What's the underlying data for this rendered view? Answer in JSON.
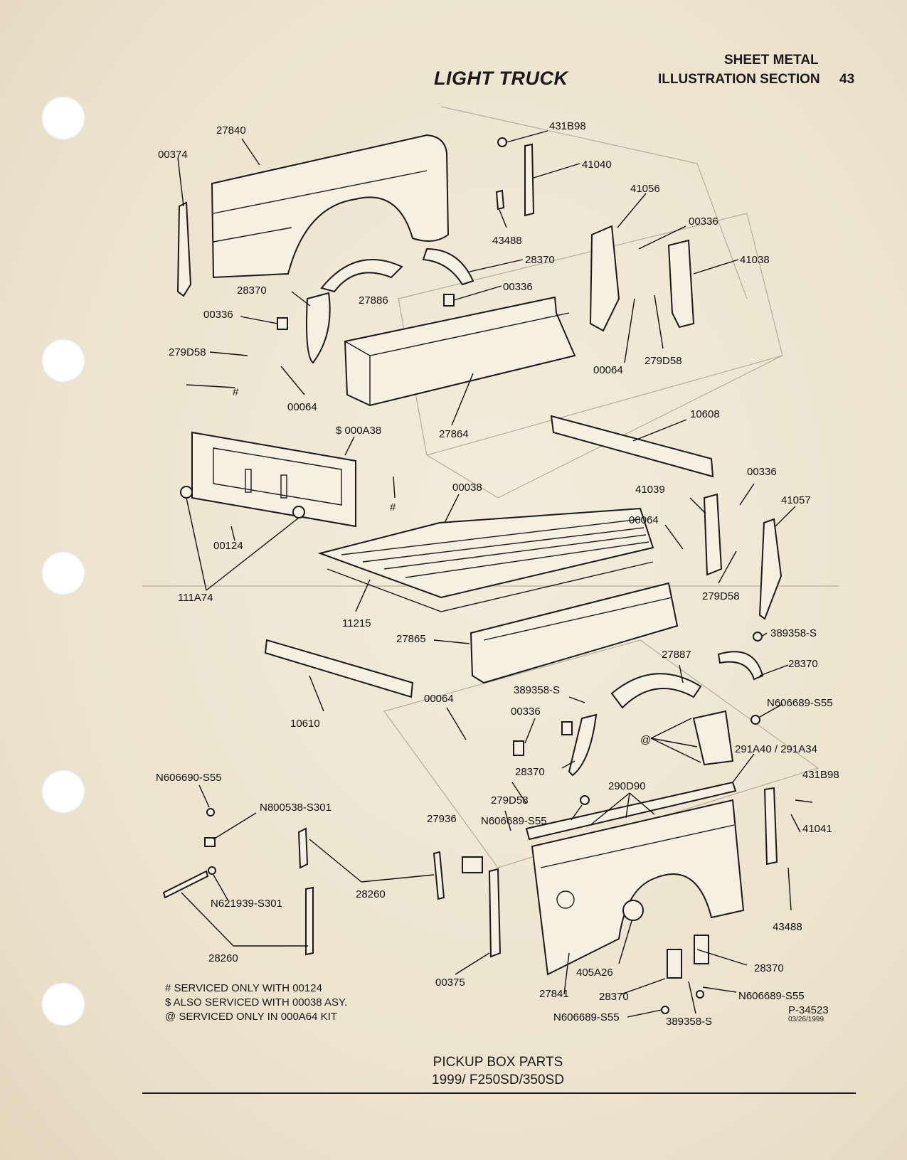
{
  "header": {
    "section_line1": "SHEET METAL",
    "section_line2": "ILLUSTRATION SECTION",
    "page_number": "43",
    "title": "LIGHT TRUCK"
  },
  "labels": [
    {
      "id": "l1",
      "text": "27840"
    },
    {
      "id": "l2",
      "text": "00374"
    },
    {
      "id": "l3",
      "text": "431B98"
    },
    {
      "id": "l4",
      "text": "41040"
    },
    {
      "id": "l5",
      "text": "41056"
    },
    {
      "id": "l6",
      "text": "00336"
    },
    {
      "id": "l7",
      "text": "41038"
    },
    {
      "id": "l8",
      "text": "43488"
    },
    {
      "id": "l9",
      "text": "28370"
    },
    {
      "id": "l10",
      "text": "28370"
    },
    {
      "id": "l11",
      "text": "27886"
    },
    {
      "id": "l12",
      "text": "00336"
    },
    {
      "id": "l13",
      "text": "00336"
    },
    {
      "id": "l14",
      "text": "279D58"
    },
    {
      "id": "l15",
      "text": "#"
    },
    {
      "id": "l16",
      "text": "00064"
    },
    {
      "id": "l17",
      "text": "00064"
    },
    {
      "id": "l18",
      "text": "279D58"
    },
    {
      "id": "l19",
      "text": "27864"
    },
    {
      "id": "l20",
      "text": "$ 000A38"
    },
    {
      "id": "l21",
      "text": "10608"
    },
    {
      "id": "l22",
      "text": "#"
    },
    {
      "id": "l23",
      "text": "00038"
    },
    {
      "id": "l24",
      "text": "00336"
    },
    {
      "id": "l25",
      "text": "41039"
    },
    {
      "id": "l26",
      "text": "41057"
    },
    {
      "id": "l27",
      "text": "00064"
    },
    {
      "id": "l28",
      "text": "00124"
    },
    {
      "id": "l29",
      "text": "111A74"
    },
    {
      "id": "l30",
      "text": "279D58"
    },
    {
      "id": "l31",
      "text": "11215"
    },
    {
      "id": "l32",
      "text": "389358-S"
    },
    {
      "id": "l33",
      "text": "27865"
    },
    {
      "id": "l34",
      "text": "27887"
    },
    {
      "id": "l35",
      "text": "28370"
    },
    {
      "id": "l36",
      "text": "389358-S"
    },
    {
      "id": "l37",
      "text": "00064"
    },
    {
      "id": "l38",
      "text": "N606689-S55"
    },
    {
      "id": "l39",
      "text": "00336"
    },
    {
      "id": "l40",
      "text": "10610"
    },
    {
      "id": "l41",
      "text": "@"
    },
    {
      "id": "l42",
      "text": "291A40 / 291A34"
    },
    {
      "id": "l43",
      "text": "28370"
    },
    {
      "id": "l44",
      "text": "N606690-S55"
    },
    {
      "id": "l45",
      "text": "290D90"
    },
    {
      "id": "l46",
      "text": "431B98"
    },
    {
      "id": "l47",
      "text": "N800538-S301"
    },
    {
      "id": "l48",
      "text": "279D58"
    },
    {
      "id": "l49",
      "text": "27936"
    },
    {
      "id": "l50",
      "text": "N606689-S55"
    },
    {
      "id": "l51",
      "text": "41041"
    },
    {
      "id": "l52",
      "text": "28260"
    },
    {
      "id": "l53",
      "text": "N621939-S301"
    },
    {
      "id": "l54",
      "text": "43488"
    },
    {
      "id": "l55",
      "text": "28260"
    },
    {
      "id": "l56",
      "text": "405A26"
    },
    {
      "id": "l57",
      "text": "28370"
    },
    {
      "id": "l58",
      "text": "00375"
    },
    {
      "id": "l59",
      "text": "28370"
    },
    {
      "id": "l60",
      "text": "27841"
    },
    {
      "id": "l61",
      "text": "N606689-S55"
    },
    {
      "id": "l62",
      "text": "N606689-S55"
    },
    {
      "id": "l63",
      "text": "389358-S"
    }
  ],
  "notes": [
    "# SERVICED ONLY WITH 00124",
    "$ ALSO SERVICED WITH 00038 ASY.",
    "@ SERVICED ONLY IN 000A64 KIT"
  ],
  "reference": {
    "code": "P-34523",
    "date": "03/26/1999"
  },
  "footer": {
    "line1": "PICKUP BOX PARTS",
    "line2": "1999/ F250SD/350SD"
  }
}
